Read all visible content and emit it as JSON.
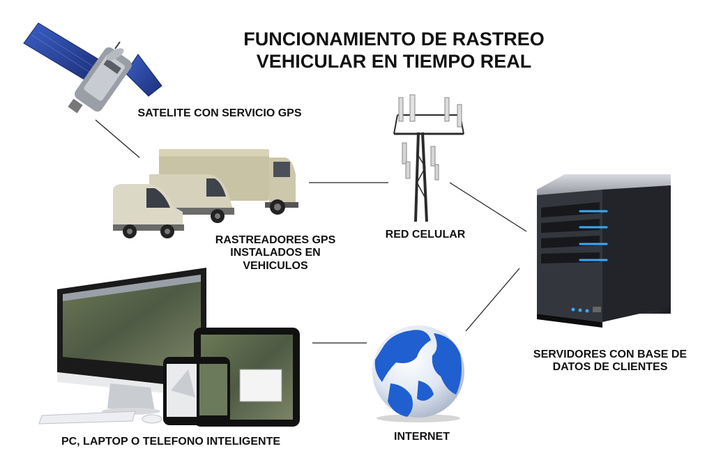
{
  "title": "FUNCIONAMIENTO DE RASTREO VEHICULAR EN TIEMPO REAL",
  "nodes": {
    "satellite": "SATELITE CON SERVICIO GPS",
    "trackers": "RASTREADORES GPS INSTALADOS EN VEHICULOS",
    "cell_network": "RED CELULAR",
    "servers": "SERVIDORES CON BASE DE DATOS DE CLIENTES",
    "devices": "PC, LAPTOP O TELEFONO INTELIGENTE",
    "internet": "INTERNET"
  },
  "colors": {
    "globe_ocean": "#1f5fd0",
    "globe_land": "#e8eef7",
    "server_light": "#39a9ff",
    "satellite_panel": "#2c4aa8",
    "truck_body": "#cfc9b0"
  }
}
